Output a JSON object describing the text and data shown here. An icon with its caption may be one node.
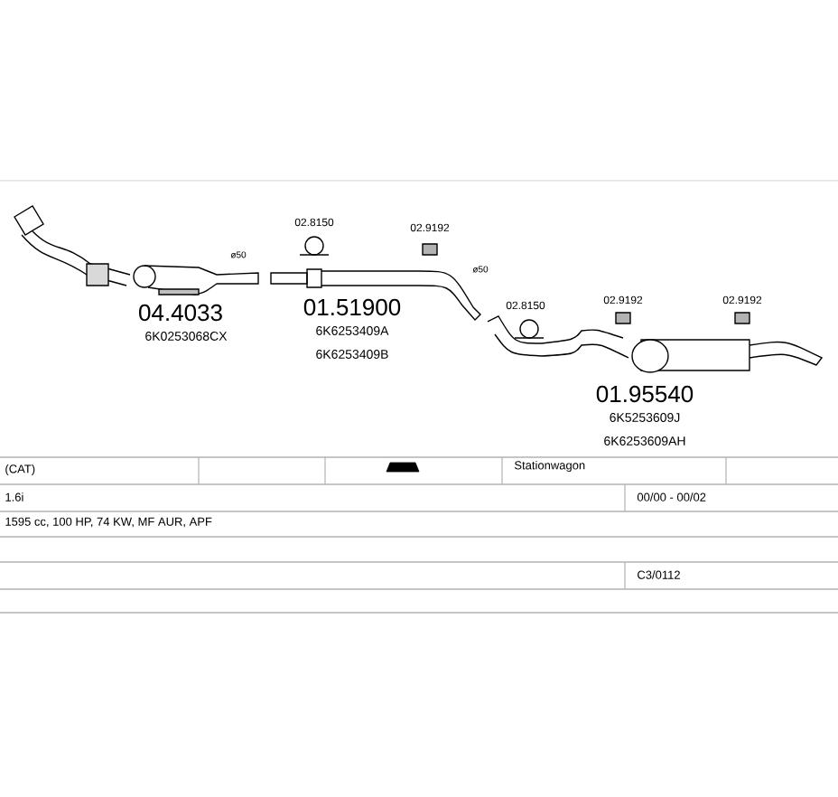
{
  "diagram": {
    "labels": [
      "ø50",
      "02.8150",
      "02.9192",
      "ø50",
      "02.8150",
      "02.9192",
      "02.9192",
      "04.4033",
      "6K0253068CX",
      "01.51900",
      "6K6253409A",
      "6K6253409B",
      "01.95540",
      "6K5253609J",
      "6K6253609AH",
      "(CAT)",
      "Stationwagon",
      "1.6i",
      "00/00 - 00/02",
      "1595 cc, 100 HP, 74 KW, MF AUR, APF",
      "C3/0112"
    ]
  }
}
